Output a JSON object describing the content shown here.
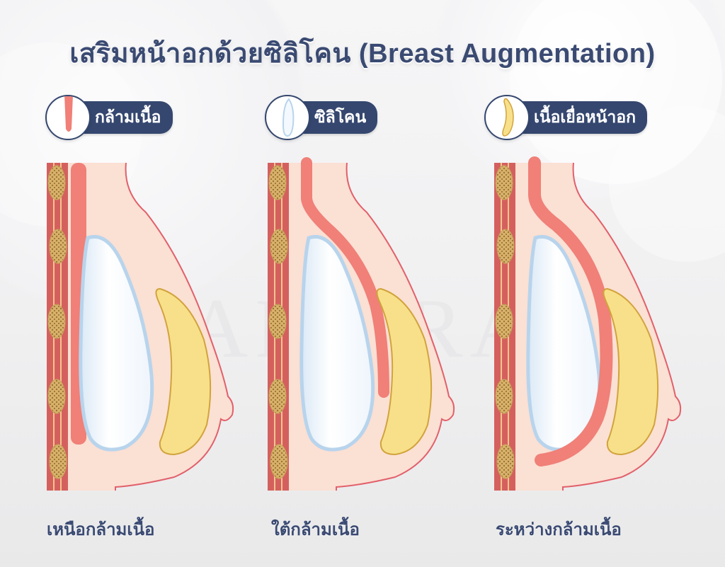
{
  "title": "เสริมหน้าอกด้วยซิลิโคน (Breast Augmentation)",
  "legend": [
    {
      "label": "กล้ามเนื้อ",
      "icon": "muscle-icon",
      "color": "#f08078"
    },
    {
      "label": "ซิลิโคน",
      "icon": "silicone-implant-icon",
      "color": "#b8d4ec"
    },
    {
      "label": "เนื้อเยื่อหน้าอก",
      "icon": "breast-tissue-icon",
      "color": "#f8e08a"
    }
  ],
  "panels": [
    {
      "caption": "เหนือกล้ามเนื้อ",
      "placement": "over-muscle"
    },
    {
      "caption": "ใต้กล้ามเนื้อ",
      "placement": "under-muscle"
    },
    {
      "caption": "ระหว่างกล้ามเนื้อ",
      "placement": "dual-plane"
    }
  ],
  "watermark": "AMARA",
  "colors": {
    "title": "#3a4a72",
    "pill_bg": "#35476f",
    "skin_fill": "#fbe0d4",
    "skin_outline": "#e2606a",
    "muscle": "#f08078",
    "rib_strip": "#d4605e",
    "rib_lines": "#f6c48e",
    "rib_nodule": "#c8a45c",
    "implant_border": "#b8d4ec",
    "implant_fill": "#ffffff",
    "gland_fill": "#f8e08a",
    "gland_border": "#d1a33c"
  }
}
